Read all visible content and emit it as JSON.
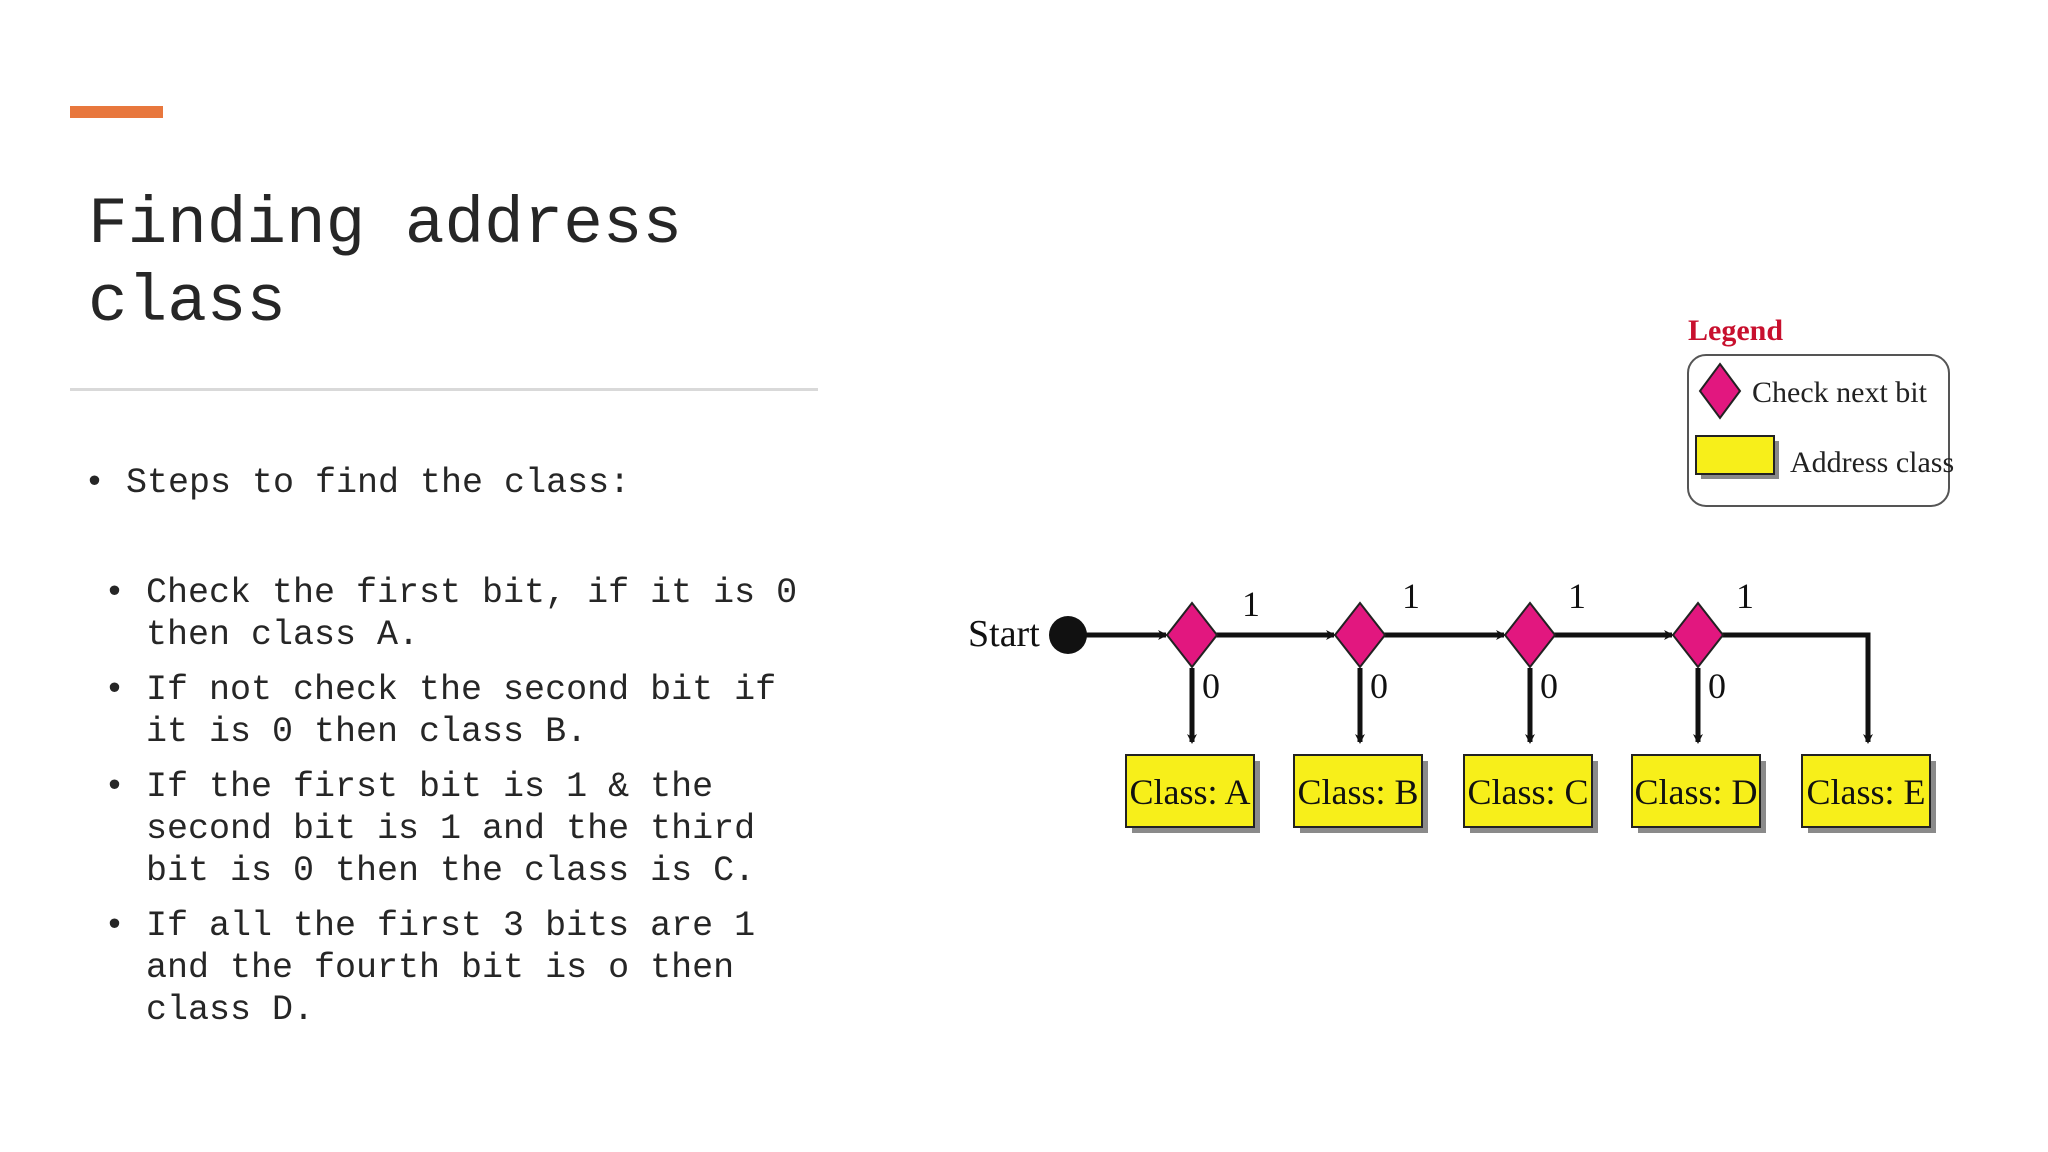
{
  "slide": {
    "title": "Finding address class",
    "lead": "Steps to find the class:",
    "steps": [
      "Check the first bit, if it is 0 then class A.",
      "If not check the second bit if it is 0 then class B.",
      "If the first bit is 1 & the second bit is 1 and the third bit is 0 then the class is C.",
      "If all the first 3 bits are 1 and the fourth bit is o then class D."
    ]
  },
  "diagram": {
    "start_label": "Start",
    "branch_labels": [
      "1",
      "1",
      "1",
      "1"
    ],
    "zero_labels": [
      "0",
      "0",
      "0",
      "0"
    ],
    "classes": [
      "Class: A",
      "Class: B",
      "Class: C",
      "Class: D",
      "Class: E"
    ],
    "legend": {
      "title": "Legend",
      "check_label": "Check next bit",
      "address_label": "Address class"
    },
    "colors": {
      "diamond": "#e2177f",
      "class_box": "#f7ef1a",
      "legend_title": "#c8102e",
      "accent": "#e8773d"
    }
  }
}
